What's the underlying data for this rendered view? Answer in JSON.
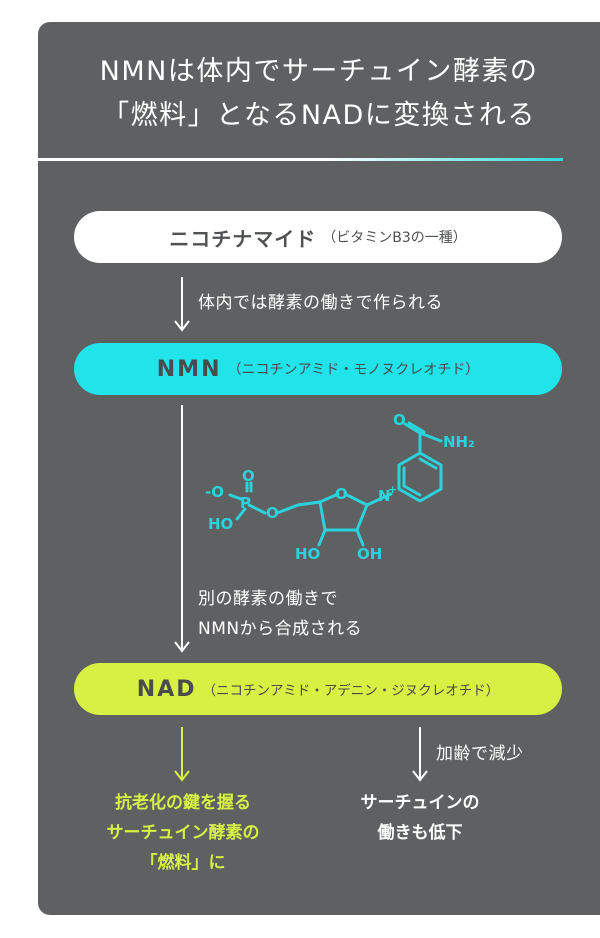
{
  "title": {
    "line1": "NMNは体内でサーチュイン酵素の",
    "line2": "「燃料」となるNADに変換される"
  },
  "nodes": {
    "niacinamide": {
      "main": "ニコチナマイド",
      "sub": "（ビタミンB3の一種）",
      "color": "#ffffff"
    },
    "nmn": {
      "main": "NMN",
      "sub": "（ニコチンアミド・モノヌクレオチド）",
      "color": "#20e4e9"
    },
    "nad": {
      "main": "NAD",
      "sub": "（ニコチンアミド・アデニン・ジヌクレオチド）",
      "color": "#d6f044"
    }
  },
  "steps": {
    "step1": "体内では酵素の働きで作られる",
    "step2_line1": "別の酵素の働きで",
    "step2_line2": "NMNから合成される",
    "step3": "加齢で減少"
  },
  "molecule": {
    "nh2": "NH₂",
    "oxygen": "O",
    "o_minus": "-O",
    "phosphorus": "P",
    "ho_p": "HO",
    "n_plus": "N",
    "plus": "+",
    "ho_left": "HO",
    "oh_right": "OH",
    "color": "#2ad3dc"
  },
  "outcomes": {
    "left_line1": "抗老化の鍵を握る",
    "left_line2": "サーチュイン酵素の",
    "left_line3": "「燃料」に",
    "right_line1": "サーチュインの",
    "right_line2": "働きも低下"
  },
  "colors": {
    "panel": "#5f6061",
    "cyan": "#20e4e9",
    "lime": "#d6f044",
    "text": "#ffffff"
  }
}
